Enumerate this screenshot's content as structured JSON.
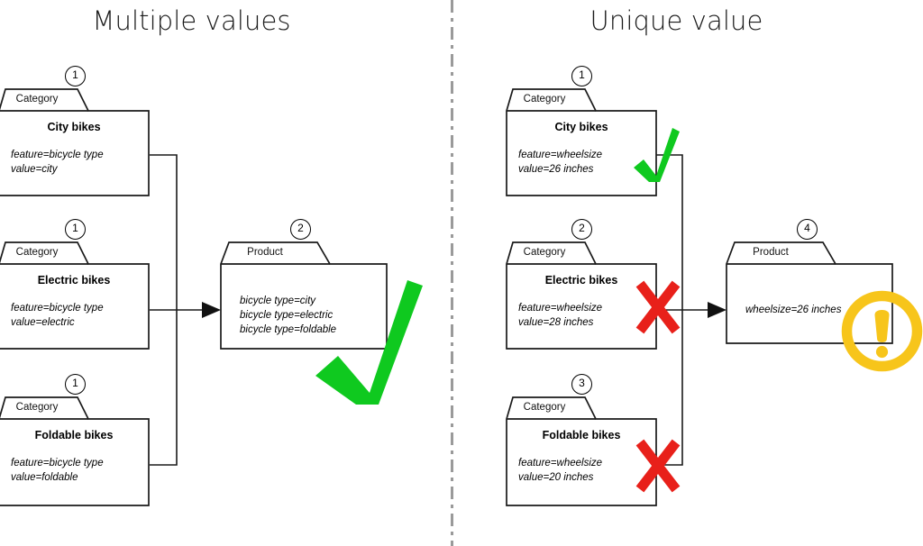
{
  "colors": {
    "stroke": "#1a1a1a",
    "divider": "#9a9a9a",
    "check_green": "#0FC91F",
    "cross_red": "#E8201A",
    "warning_yellow": "#F7C51B",
    "background": "#ffffff"
  },
  "panels": [
    {
      "id": "multiple-values",
      "title": "Multiple values",
      "sources": [
        {
          "badge": "1",
          "kind": "Category",
          "name": "City bikes",
          "attrs": "feature=bicycle type\nvalue=city"
        },
        {
          "badge": "1",
          "kind": "Category",
          "name": "Electric bikes",
          "attrs": "feature=bicycle type\nvalue=electric"
        },
        {
          "badge": "1",
          "kind": "Category",
          "name": "Foldable bikes",
          "attrs": "feature=bicycle type\nvalue=foldable"
        }
      ],
      "target": {
        "badge": "2",
        "kind": "Product",
        "name": "",
        "attrs": "bicycle type=city\nbicycle type=electric\nbicycle type=foldable"
      },
      "marks": [
        {
          "type": "check-icon",
          "near": "target"
        }
      ]
    },
    {
      "id": "unique-value",
      "title": "Unique value",
      "sources": [
        {
          "badge": "1",
          "kind": "Category",
          "name": "City bikes",
          "attrs": "feature=wheelsize\nvalue=26 inches",
          "mark": "check-icon"
        },
        {
          "badge": "2",
          "kind": "Category",
          "name": "Electric bikes",
          "attrs": "feature=wheelsize\nvalue=28 inches",
          "mark": "cross-icon"
        },
        {
          "badge": "3",
          "kind": "Category",
          "name": "Foldable bikes",
          "attrs": "feature=wheelsize\nvalue=20 inches",
          "mark": "cross-icon"
        }
      ],
      "target": {
        "badge": "4",
        "kind": "Product",
        "name": "",
        "attrs": "wheelsize=26 inches"
      },
      "marks": [
        {
          "type": "warning-icon",
          "near": "target"
        }
      ]
    }
  ]
}
